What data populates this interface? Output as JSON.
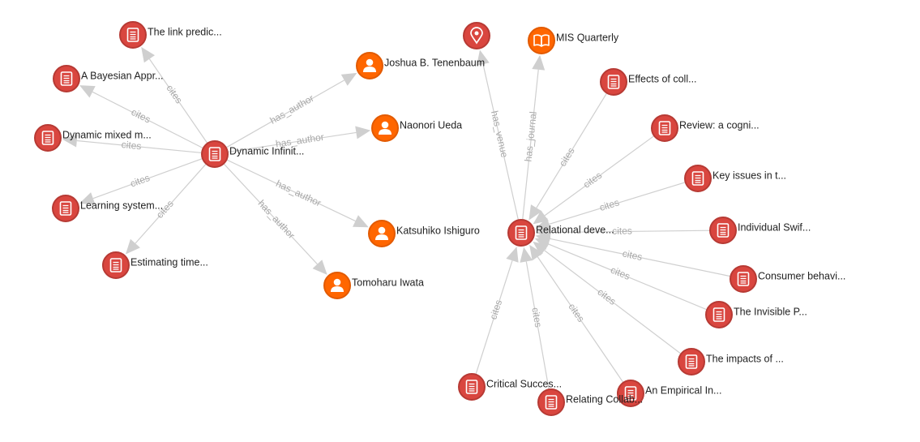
{
  "colors": {
    "paper": "#d9463f",
    "paper_ring": "#b73a34",
    "person": "#ff6600",
    "person_ring": "#e25a00",
    "venue": "#d9463f",
    "journal": "#ff6600",
    "edge": "#cfcfcf",
    "edge_label": "#a9a9a9"
  },
  "nodes": [
    {
      "id": "n1",
      "type": "paper",
      "icon": "document-icon",
      "label": "The link predic..."
    },
    {
      "id": "n2",
      "type": "paper",
      "icon": "document-icon",
      "label": "A Bayesian Appr..."
    },
    {
      "id": "n3",
      "type": "paper",
      "icon": "document-icon",
      "label": "Dynamic mixed m..."
    },
    {
      "id": "n4",
      "type": "paper",
      "icon": "document-icon",
      "label": "Dynamic Infinit..."
    },
    {
      "id": "n5",
      "type": "paper",
      "icon": "document-icon",
      "label": "Learning system..."
    },
    {
      "id": "n6",
      "type": "paper",
      "icon": "document-icon",
      "label": "Estimating time..."
    },
    {
      "id": "n7",
      "type": "person",
      "icon": "person-icon",
      "label": "Joshua B. Tenenbaum"
    },
    {
      "id": "n8",
      "type": "person",
      "icon": "person-icon",
      "label": "Naonori Ueda"
    },
    {
      "id": "n9",
      "type": "person",
      "icon": "person-icon",
      "label": "Katsuhiko Ishiguro"
    },
    {
      "id": "n10",
      "type": "person",
      "icon": "person-icon",
      "label": "Tomoharu Iwata"
    },
    {
      "id": "n11",
      "type": "venue",
      "icon": "map-pin-icon",
      "label": ""
    },
    {
      "id": "n12",
      "type": "journal",
      "icon": "book-icon",
      "label": "MIS Quarterly"
    },
    {
      "id": "n13",
      "type": "paper",
      "icon": "document-icon",
      "label": "Effects of coll..."
    },
    {
      "id": "n14",
      "type": "paper",
      "icon": "document-icon",
      "label": "Review: a cogni..."
    },
    {
      "id": "n15",
      "type": "paper",
      "icon": "document-icon",
      "label": "Key issues in t..."
    },
    {
      "id": "n16",
      "type": "paper",
      "icon": "document-icon",
      "label": "Individual Swif..."
    },
    {
      "id": "n17",
      "type": "paper",
      "icon": "document-icon",
      "label": "Consumer behavi..."
    },
    {
      "id": "n18",
      "type": "paper",
      "icon": "document-icon",
      "label": "The Invisible P..."
    },
    {
      "id": "n19",
      "type": "paper",
      "icon": "document-icon",
      "label": "The impacts of ..."
    },
    {
      "id": "n20",
      "type": "paper",
      "icon": "document-icon",
      "label": "An Empirical In..."
    },
    {
      "id": "n21",
      "type": "paper",
      "icon": "document-icon",
      "label": "Relating Collab..."
    },
    {
      "id": "n22",
      "type": "paper",
      "icon": "document-icon",
      "label": "Critical Succes..."
    },
    {
      "id": "n23",
      "type": "paper",
      "icon": "document-icon",
      "label": "Relational deve..."
    }
  ],
  "edges": [
    {
      "from": "n4",
      "to": "n1",
      "label": "cites"
    },
    {
      "from": "n4",
      "to": "n2",
      "label": "cites"
    },
    {
      "from": "n4",
      "to": "n3",
      "label": "cites"
    },
    {
      "from": "n4",
      "to": "n5",
      "label": "cites"
    },
    {
      "from": "n4",
      "to": "n6",
      "label": "cites"
    },
    {
      "from": "n4",
      "to": "n7",
      "label": "has_author"
    },
    {
      "from": "n4",
      "to": "n8",
      "label": "has_author"
    },
    {
      "from": "n4",
      "to": "n9",
      "label": "has_author"
    },
    {
      "from": "n4",
      "to": "n10",
      "label": "has_author"
    },
    {
      "from": "n23",
      "to": "n11",
      "label": "has_venue"
    },
    {
      "from": "n23",
      "to": "n12",
      "label": "has_journal"
    },
    {
      "from": "n13",
      "to": "n23",
      "label": "cites"
    },
    {
      "from": "n14",
      "to": "n23",
      "label": "cites"
    },
    {
      "from": "n15",
      "to": "n23",
      "label": "cites"
    },
    {
      "from": "n16",
      "to": "n23",
      "label": "cites"
    },
    {
      "from": "n17",
      "to": "n23",
      "label": "cites"
    },
    {
      "from": "n18",
      "to": "n23",
      "label": "cites"
    },
    {
      "from": "n19",
      "to": "n23",
      "label": "cites"
    },
    {
      "from": "n20",
      "to": "n23",
      "label": "cites"
    },
    {
      "from": "n21",
      "to": "n23",
      "label": "cites"
    },
    {
      "from": "n22",
      "to": "n23",
      "label": "cites"
    }
  ]
}
